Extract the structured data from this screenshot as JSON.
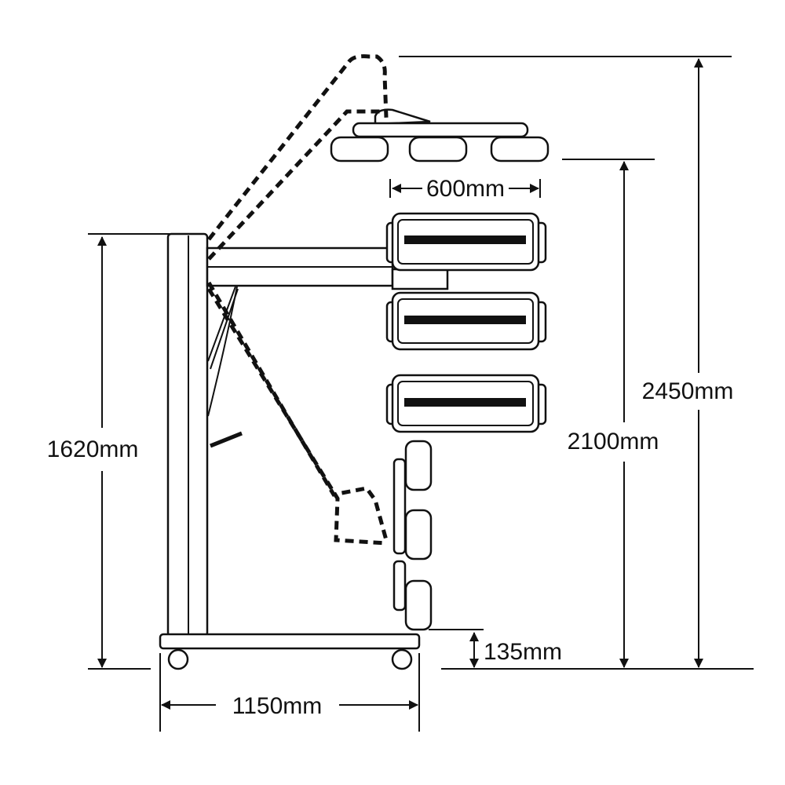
{
  "dimensions": {
    "width_reach": "600mm",
    "column_height": "1620mm",
    "base_length": "1150mm",
    "ground_clearance": "135mm",
    "lamp_height": "2100mm",
    "max_height": "2450mm"
  },
  "colors": {
    "stroke": "#111111",
    "background": "#ffffff"
  }
}
